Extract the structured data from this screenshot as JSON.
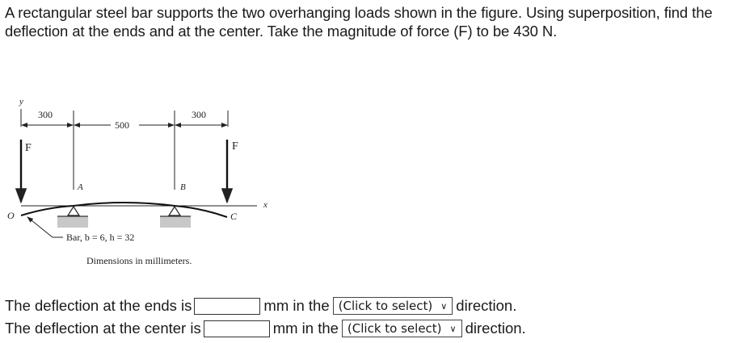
{
  "question": {
    "text": "A rectangular steel bar supports the two overhanging loads shown in the figure. Using superposition, find the deflection at the ends and at the center. Take the magnitude of force (F) to be 430 N."
  },
  "figure": {
    "axis_y": "y",
    "axis_x": "x",
    "origin": "O",
    "dim_left": "300",
    "dim_center": "500",
    "dim_right": "300",
    "force_left": "F",
    "force_right": "F",
    "support_a": "A",
    "support_b": "B",
    "end_c": "C",
    "bar_label": "Bar, b = 6, h = 32",
    "units_note": "Dimensions in millimeters."
  },
  "answers": [
    {
      "prefix": "The deflection at the ends is",
      "value": "",
      "unit_text": "mm in the",
      "select_label": "(Click to select)",
      "suffix": "direction."
    },
    {
      "prefix": "The deflection at the center is",
      "value": "",
      "unit_text": "mm in the",
      "select_label": "(Click to select)",
      "suffix": "direction."
    }
  ]
}
